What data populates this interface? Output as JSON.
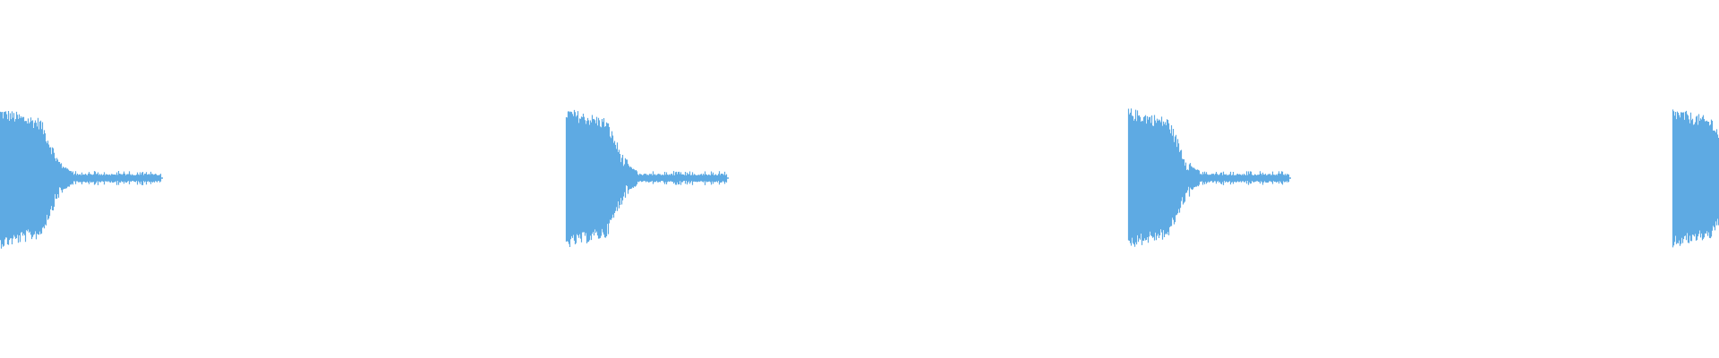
{
  "waveform": {
    "color": "#5eaae3",
    "segment_count": 4,
    "segment_starts_fraction": [
      0.0,
      0.329,
      0.656,
      0.973
    ]
  }
}
